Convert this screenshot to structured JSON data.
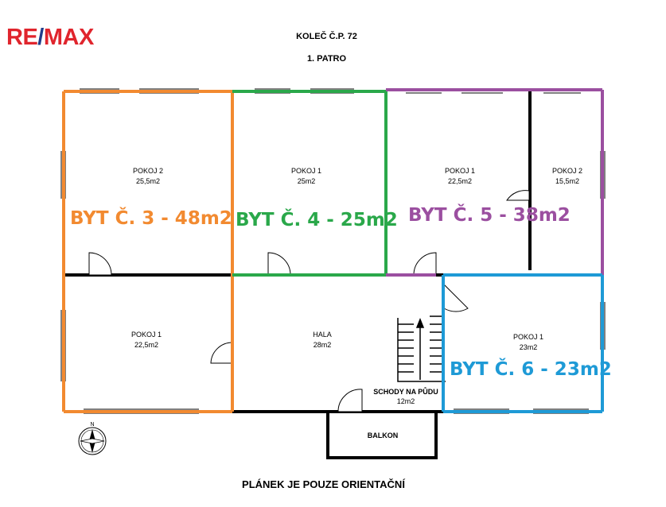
{
  "logo": {
    "part1": "RE",
    "slash": "/",
    "part2": "MAX"
  },
  "header": {
    "title": "KOLEČ Č.P. 72",
    "floor": "1. PATRO"
  },
  "footer": {
    "note": "PLÁNEK JE POUZE ORIENTAČNÍ"
  },
  "rooms": {
    "r1": {
      "name": "POKOJ 2",
      "area": "25,5m2"
    },
    "r2": {
      "name": "POKOJ 1",
      "area": "25m2"
    },
    "r3": {
      "name": "POKOJ 1",
      "area": "22,5m2"
    },
    "r4": {
      "name": "POKOJ 2",
      "area": "15,5m2"
    },
    "r5": {
      "name": "POKOJ 1",
      "area": "22,5m2"
    },
    "r6": {
      "name": "HALA",
      "area": "28m2"
    },
    "r7": {
      "name": "POKOJ 1",
      "area": "23m2"
    },
    "r8": {
      "name": "SCHODY NA PŮDU",
      "area": "12m2"
    },
    "r9": {
      "name": "BALKON"
    }
  },
  "units": [
    {
      "label": "BYT Č. 3 - 48m2",
      "color": "#f28a30"
    },
    {
      "label": "BYT Č. 4 - 25m2",
      "color": "#2aa84a"
    },
    {
      "label": "BYT Č. 5 - 38m2",
      "color": "#9b4fa0"
    },
    {
      "label": "BYT Č. 6 - 23m2",
      "color": "#1e9ad6"
    }
  ],
  "compass": {
    "letter": "N"
  }
}
